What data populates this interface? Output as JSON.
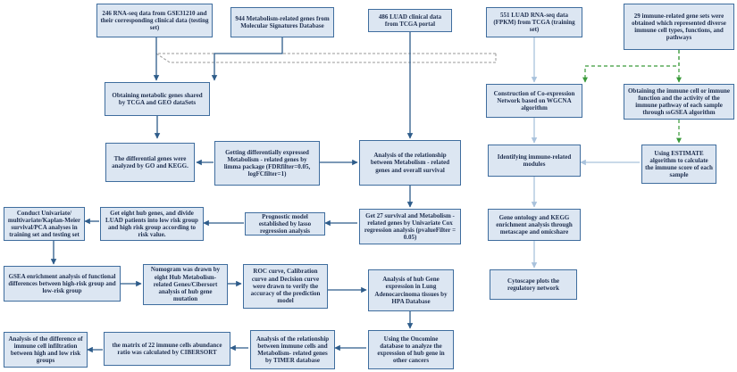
{
  "boxes": {
    "gse_testing": "246 RNA-seq data  from GSE31210 and their corresponding clinical data (testing set)",
    "metabolism_genes": "944 Metabolism-related genes from Molecular Signatures Database",
    "luad_clinical": "486 LUAD clinical data from TCGA portal",
    "luad_training": "551 LUAD RNA-seq data (FPKM) from TCGA (training set)",
    "immune_gene_sets": "29 immune-related gene sets were obtained which represented diverse immune cell types, functions, and pathways",
    "shared_genes": "Obtaining metabolic genes shared by TCGA and GEO dataSets",
    "coexpression_network": "Construction of Co-expression Network based on WGCNA algorithm",
    "ssgsea": "Obtaining the immune cell or immune function and the activity of the immune pathway of each sample through ssGSEA algorithm",
    "go_kegg": "The differential genes were analyzed by GO and KEGG.",
    "diff_expressed": "Getting differentially expressed Metabolism - related genes by limma package (FDRfilter=0.05, logFCfilter=1)",
    "survival_relationship": "Analysis of the relationship between Metabolism - related genes and overall survival",
    "immune_modules": "Identifying immune-related modules",
    "estimate": "Using ESTIMATE algorithm to calculate the immune score of each sample",
    "univariate_analyses": "Conduct Univariate/ multivariate/Kaplan-Meier survival/PCA analyses in training set and testing set",
    "hub_genes": "Get eight hub genes, and divide LUAD patients into low risk group and high risk group according to risk value.",
    "prognostic_model": "Prognostic model established by lasso regression analysis",
    "cox_regression": "Get 27 survival and Metabolism - related genes by Univariate Cox regression analysis (pvalueFilter = 0.05)",
    "ontology_kegg": "Gene ontology and KEGG enrichment analysis through metascape and omicshare",
    "gsea": "GSEA enrichment analysis of functional differences between high-risk group and low-risk group",
    "nomogram": "Nomogram was drawn by eight Hub Metabolism- related Genes/Cibersort analysis of hub gene mutation",
    "roc_curve": "ROC curve, Calibration curve and Decision curve were drawn to verify the accuracy of the prediction model",
    "hpa_analysis": "Analysis of hub Gene expression in Lung Adenocarcinoma tissues by HPA Database",
    "cytoscape": "Cytoscape plots the regulatory network",
    "immune_infiltration": "Analysis of the difference of immune cell infiltration between high and low risk groups",
    "cibersort_matrix": "the matrix of 22 immune cells abundance ratio was calculated by CIBERSORT",
    "timer": "Analysis of the relationship between immune cells and Metabolism- related genes by TIMER database",
    "oncomine": "Using the Oncomine database to analyze the expression of hub gene in other cancers"
  },
  "colors": {
    "box_fill": "#dce6f2",
    "box_border": "#3f6d9e",
    "main_arrow": "#2e5c8a",
    "light_arrow": "#a9c2dc",
    "dashed_gray": "#9a9a9a",
    "green_arrow": "#3a9a3a"
  }
}
